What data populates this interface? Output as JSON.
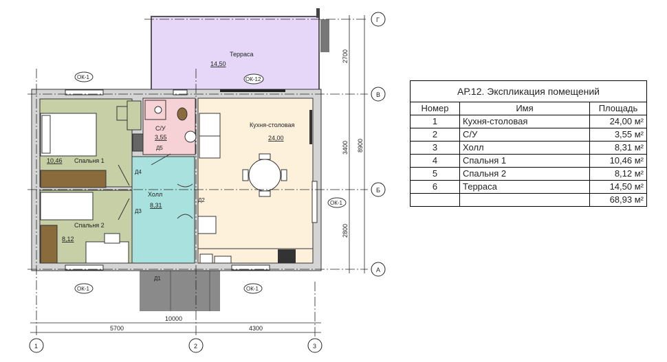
{
  "plan": {
    "rooms": {
      "terrace": {
        "name": "Терраса",
        "area": "14,50"
      },
      "kitchen": {
        "name": "Кухня-столовая",
        "area": "24,00"
      },
      "bathroom": {
        "name": "С/У",
        "area": "3,55"
      },
      "hall": {
        "name": "Холл",
        "area": "8,31"
      },
      "bedroom1": {
        "name": "Спальня 1",
        "area": "10,46"
      },
      "bedroom2": {
        "name": "Спальня 2",
        "area": "8,12"
      }
    },
    "doors": [
      "Д1",
      "Д2",
      "Д3",
      "Д4",
      "Д5"
    ],
    "windows": {
      "ok1": "ОК-1",
      "ok12": "ОК-12"
    },
    "axes": {
      "vertical": [
        "1",
        "2",
        "3"
      ],
      "horizontal": [
        "А",
        "Б",
        "В",
        "Г"
      ]
    },
    "dimensions": {
      "total_width": "10000",
      "left_width": "5700",
      "right_width": "4300",
      "seg_top": "2700",
      "seg_mid": "3400",
      "seg_bottom": "2800",
      "total_depth": "8900"
    },
    "colors": {
      "terrace": "#e6d6f8",
      "kitchen": "#fdf1dc",
      "bathroom": "#f6d2d6",
      "hall": "#a9e1df",
      "bedroom": "#c6cfa6",
      "porch": "#8a8a8a",
      "wall": "#d4d4d4"
    }
  },
  "table": {
    "title": "АР.12. Экспликация помещений",
    "headers": [
      "Номер",
      "Имя",
      "Площадь"
    ],
    "rows": [
      [
        "1",
        "Кухня-столовая",
        "24,00 м²"
      ],
      [
        "2",
        "С/У",
        "3,55 м²"
      ],
      [
        "3",
        "Холл",
        "8,31 м²"
      ],
      [
        "4",
        "Спальня 1",
        "10,46 м²"
      ],
      [
        "5",
        "Спальня 2",
        "8,12 м²"
      ],
      [
        "6",
        "Терраса",
        "14,50 м²"
      ]
    ],
    "total": "68,93 м²"
  }
}
